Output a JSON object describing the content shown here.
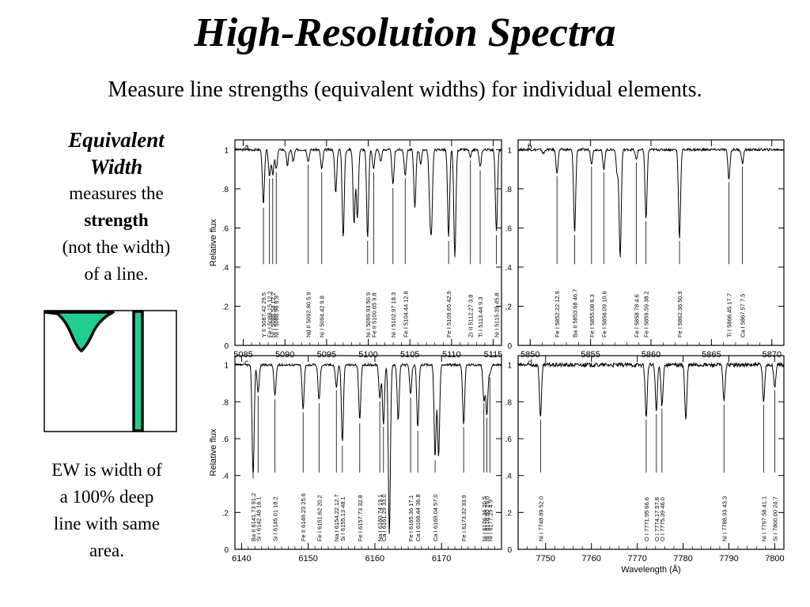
{
  "title": "High-Resolution Spectra",
  "subtitle": "Measure line strengths (equivalent widths) for individual elements.",
  "sidebar": {
    "ew_title_1": "Equivalent",
    "ew_title_2": "Width",
    "measures_the": "measures the",
    "strength": "strength",
    "not_the_width": "(not the width)",
    "of_a_line": "of a line.",
    "note_lines": [
      "EW is width of",
      "a 100% deep",
      "line with same",
      "area."
    ]
  },
  "colors": {
    "diagram_fill": "#1fcf8f",
    "ink": "#000000"
  },
  "chart_data": [
    {
      "type": "line",
      "panel": "a",
      "ylabel": "Relative flux",
      "xlim": [
        5084,
        5116
      ],
      "ylim": [
        0,
        1.05
      ],
      "xticks": [
        5085,
        5090,
        5095,
        5100,
        5105,
        5110,
        5115
      ],
      "yticks": [
        0,
        0.2,
        0.4,
        0.6,
        0.8,
        1
      ],
      "ytick_labels": [
        "0",
        ".2",
        ".4",
        ".6",
        ".8",
        "1"
      ],
      "lines": [
        {
          "element": "Y II",
          "wavelength": "5087.42",
          "ew": "29.5",
          "x": 5087.42,
          "depth": 0.28
        },
        {
          "element": "Fe I",
          "wavelength": "5088.15",
          "ew": "12.2",
          "x": 5088.15,
          "depth": 0.13
        },
        {
          "element": "Ni I",
          "wavelength": "5088.54",
          "ew": "12.2",
          "x": 5088.54,
          "depth": 0.13
        },
        {
          "element": "Ni I",
          "wavelength": "5088.96",
          "ew": "9.9",
          "x": 5088.96,
          "depth": 0.1
        },
        {
          "element": "Nd II",
          "wavelength": "5092.80",
          "ew": "5.9",
          "x": 5092.8,
          "depth": 0.06
        },
        {
          "element": "Ni I",
          "wavelength": "5094.42",
          "ew": "9.8",
          "x": 5094.42,
          "depth": 0.1
        },
        {
          "element": "Ni I",
          "wavelength": "5099.93",
          "ew": "50.9",
          "x": 5099.93,
          "depth": 0.45
        },
        {
          "element": "Fe II",
          "wavelength": "5100.65",
          "ew": "9.8",
          "x": 5100.65,
          "depth": 0.1
        },
        {
          "element": "Ni I",
          "wavelength": "5102.97",
          "ew": "18.3",
          "x": 5102.97,
          "depth": 0.18
        },
        {
          "element": "Fe I",
          "wavelength": "5104.44",
          "ew": "12.8",
          "x": 5104.44,
          "depth": 0.13
        },
        {
          "element": "Fe I",
          "wavelength": "5109.65",
          "ew": "42.9",
          "x": 5109.65,
          "depth": 0.45
        },
        {
          "element": "Zr II",
          "wavelength": "5112.27",
          "ew": "3.8",
          "x": 5112.27,
          "depth": 0.04
        },
        {
          "element": "Ti I",
          "wavelength": "5113.44",
          "ew": "9.3",
          "x": 5113.44,
          "depth": 0.09
        },
        {
          "element": "Ni I",
          "wavelength": "5115.39",
          "ew": "45.8",
          "x": 5115.39,
          "depth": 0.42
        }
      ],
      "extra_lines": [
        {
          "x": 5096.1,
          "depth": 0.22
        },
        {
          "x": 5097.0,
          "depth": 0.45
        },
        {
          "x": 5098.3,
          "depth": 0.38
        },
        {
          "x": 5098.7,
          "depth": 0.35
        },
        {
          "x": 5105.6,
          "depth": 0.3
        },
        {
          "x": 5107.4,
          "depth": 0.25
        },
        {
          "x": 5107.6,
          "depth": 0.35
        },
        {
          "x": 5110.4,
          "depth": 0.55
        },
        {
          "x": 5090.3,
          "depth": 0.08
        },
        {
          "x": 5091.0,
          "depth": 0.06
        },
        {
          "x": 5101.5,
          "depth": 0.06
        },
        {
          "x": 5106.3,
          "depth": 0.07
        }
      ]
    },
    {
      "type": "line",
      "panel": "b",
      "xlim": [
        5849,
        5871
      ],
      "ylim": [
        0,
        1.05
      ],
      "xticks": [
        5850,
        5855,
        5860,
        5865,
        5870
      ],
      "yticks": [
        0,
        0.2,
        0.4,
        0.6,
        0.8,
        1
      ],
      "ytick_labels": [
        "0",
        ".2",
        ".4",
        ".6",
        ".8",
        "1"
      ],
      "lines": [
        {
          "element": "Fe I",
          "wavelength": "5852.22",
          "ew": "12.9",
          "x": 5852.22,
          "depth": 0.12
        },
        {
          "element": "Ba II",
          "wavelength": "5853.68",
          "ew": "46.7",
          "x": 5853.68,
          "depth": 0.42
        },
        {
          "element": "Fe I",
          "wavelength": "5855.08",
          "ew": "6.3",
          "x": 5855.08,
          "depth": 0.07
        },
        {
          "element": "Fe I",
          "wavelength": "5856.09",
          "ew": "10.6",
          "x": 5856.09,
          "depth": 0.1
        },
        {
          "element": "Fe I",
          "wavelength": "5858.78",
          "ew": "4.6",
          "x": 5858.78,
          "depth": 0.05
        },
        {
          "element": "Fe I",
          "wavelength": "5859.59",
          "ew": "38.2",
          "x": 5859.59,
          "depth": 0.35
        },
        {
          "element": "Fe I",
          "wavelength": "5862.36",
          "ew": "50.9",
          "x": 5862.36,
          "depth": 0.45
        },
        {
          "element": "Ti I",
          "wavelength": "5866.45",
          "ew": "17.7",
          "x": 5866.45,
          "depth": 0.15
        },
        {
          "element": "Ca I",
          "wavelength": "5867.57",
          "ew": "7.5",
          "x": 5867.57,
          "depth": 0.07
        }
      ],
      "extra_lines": [
        {
          "x": 5857.45,
          "depth": 0.55
        },
        {
          "x": 5857.2,
          "depth": 0.12
        },
        {
          "x": 5851.1,
          "depth": 0.02
        }
      ]
    },
    {
      "type": "line",
      "panel": "c",
      "ylabel": "Relative flux",
      "xlim": [
        6139,
        6179
      ],
      "ylim": [
        0,
        1.05
      ],
      "xticks": [
        6140,
        6150,
        6160,
        6170
      ],
      "yticks": [
        0,
        0.2,
        0.4,
        0.6,
        0.8,
        1
      ],
      "ytick_labels": [
        "0",
        ".2",
        ".4",
        ".6",
        ".8",
        "1"
      ],
      "lines": [
        {
          "element": "Ba II",
          "wavelength": "6141.73",
          "ew": "91.2",
          "x": 6141.73,
          "depth": 0.6
        },
        {
          "element": "Si I",
          "wavelength": "6142.48",
          "ew": "16.1",
          "x": 6142.48,
          "depth": 0.15
        },
        {
          "element": "Si I",
          "wavelength": "6145.01",
          "ew": "18.2",
          "x": 6145.01,
          "depth": 0.17
        },
        {
          "element": "Fe II",
          "wavelength": "6149.23",
          "ew": "25.6",
          "x": 6149.23,
          "depth": 0.24
        },
        {
          "element": "Fe I",
          "wavelength": "6151.62",
          "ew": "20.2",
          "x": 6151.62,
          "depth": 0.19
        },
        {
          "element": "Na I",
          "wavelength": "6154.22",
          "ew": "12.7",
          "x": 6154.22,
          "depth": 0.12
        },
        {
          "element": "Si I",
          "wavelength": "6155.13",
          "ew": "48.1",
          "x": 6155.13,
          "depth": 0.42
        },
        {
          "element": "Fe I",
          "wavelength": "6157.73",
          "ew": "32.8",
          "x": 6157.73,
          "depth": 0.3
        },
        {
          "element": "Na I",
          "wavelength": "6160.74",
          "ew": "19.1",
          "x": 6160.74,
          "depth": 0.18
        },
        {
          "element": "Ca I",
          "wavelength": "6161.29",
          "ew": "33.0",
          "x": 6161.29,
          "depth": 0.32
        },
        {
          "element": "Fe I",
          "wavelength": "6165.36",
          "ew": "17.1",
          "x": 6165.36,
          "depth": 0.16
        },
        {
          "element": "Ca I",
          "wavelength": "6166.44",
          "ew": "36.8",
          "x": 6166.44,
          "depth": 0.34
        },
        {
          "element": "Ca I",
          "wavelength": "6169.04",
          "ew": "57.0",
          "x": 6169.04,
          "depth": 0.5
        },
        {
          "element": "Fe I",
          "wavelength": "6173.32",
          "ew": "33.9",
          "x": 6173.32,
          "depth": 0.32
        },
        {
          "element": "Ni I",
          "wavelength": "6176.36",
          "ew": "20.5",
          "x": 6176.36,
          "depth": 0.19
        },
        {
          "element": "Ni I",
          "wavelength": "6176.80",
          "ew": "29.0",
          "x": 6176.8,
          "depth": 0.27
        },
        {
          "element": "Ni I",
          "wavelength": "6177.25",
          "ew": "4.9",
          "x": 6177.25,
          "depth": 0.05
        }
      ],
      "extra_lines": [
        {
          "x": 6162.17,
          "depth": 0.92
        },
        {
          "x": 6169.56,
          "depth": 0.5
        },
        {
          "x": 6163.5,
          "depth": 0.3
        }
      ]
    },
    {
      "type": "line",
      "panel": "d",
      "xlabel": "Wavelength (Å)",
      "xlim": [
        7744,
        7802
      ],
      "ylim": [
        0,
        1.05
      ],
      "xticks": [
        7750,
        7760,
        7770,
        7780,
        7790,
        7800
      ],
      "yticks": [
        0,
        0.2,
        0.4,
        0.6,
        0.8,
        1
      ],
      "ytick_labels": [
        "0",
        ".2",
        ".4",
        ".6",
        ".8",
        "1"
      ],
      "lines": [
        {
          "element": "Ni I",
          "wavelength": "7748.89",
          "ew": "52.0",
          "x": 7748.89,
          "depth": 0.28
        },
        {
          "element": "O I",
          "wavelength": "7771.95",
          "ew": "66.6",
          "x": 7771.95,
          "depth": 0.28
        },
        {
          "element": "O I",
          "wavelength": "7774.17",
          "ew": "57.8",
          "x": 7774.17,
          "depth": 0.25
        },
        {
          "element": "O I",
          "wavelength": "7775.39",
          "ew": "46.0",
          "x": 7775.39,
          "depth": 0.22
        },
        {
          "element": "Ni I",
          "wavelength": "7788.93",
          "ew": "43.3",
          "x": 7788.93,
          "depth": 0.2
        },
        {
          "element": "Ni I",
          "wavelength": "7797.58",
          "ew": "41.1",
          "x": 7797.58,
          "depth": 0.2
        },
        {
          "element": "Si I",
          "wavelength": "7800.00",
          "ew": "24.7",
          "x": 7800.0,
          "depth": 0.12
        }
      ],
      "extra_lines": [
        {
          "x": 7780.6,
          "depth": 0.3
        }
      ]
    }
  ]
}
